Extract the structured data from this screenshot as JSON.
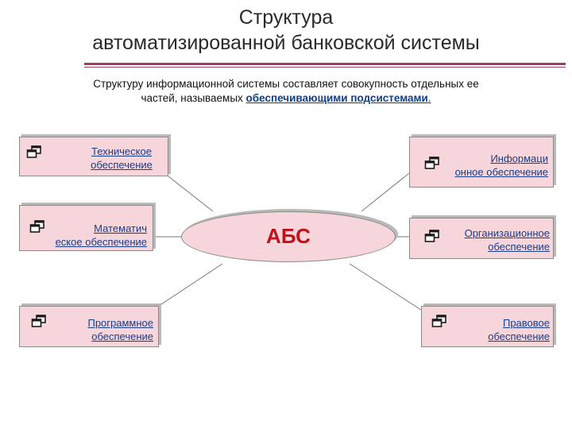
{
  "title": {
    "line1": "Структура",
    "line2": "автоматизированной банковской системы"
  },
  "intro": {
    "line1": "Структуру информационной системы составляет совокупность отдельных ее",
    "line2_prefix": "частей, называемых ",
    "highlight": "обеспечивающими подсистемами",
    "line2_suffix": "."
  },
  "center": {
    "label": "АБС"
  },
  "boxes": [
    {
      "id": "technical",
      "lines": [
        "Техническое",
        "обеспечение"
      ],
      "icon": "window-icon"
    },
    {
      "id": "mathematical",
      "lines": [
        "Математич",
        "еское обеспечение"
      ],
      "icon": "window-icon"
    },
    {
      "id": "software",
      "lines": [
        "Программное",
        "обеспечение"
      ],
      "icon": "window-icon"
    },
    {
      "id": "informational",
      "lines": [
        "Информаци",
        "онное обеспечение"
      ],
      "icon": "window-icon"
    },
    {
      "id": "organizational",
      "lines": [
        "Организационное",
        "обеспечение"
      ],
      "icon": "window-icon"
    },
    {
      "id": "legal",
      "lines": [
        "Правовое",
        "обеспечение"
      ],
      "icon": "window-icon"
    }
  ],
  "colors": {
    "box_fill": "#f6d6da",
    "label_text": "#1a3d8a",
    "center_text": "#c01018",
    "rule": "#9c3d6a"
  }
}
